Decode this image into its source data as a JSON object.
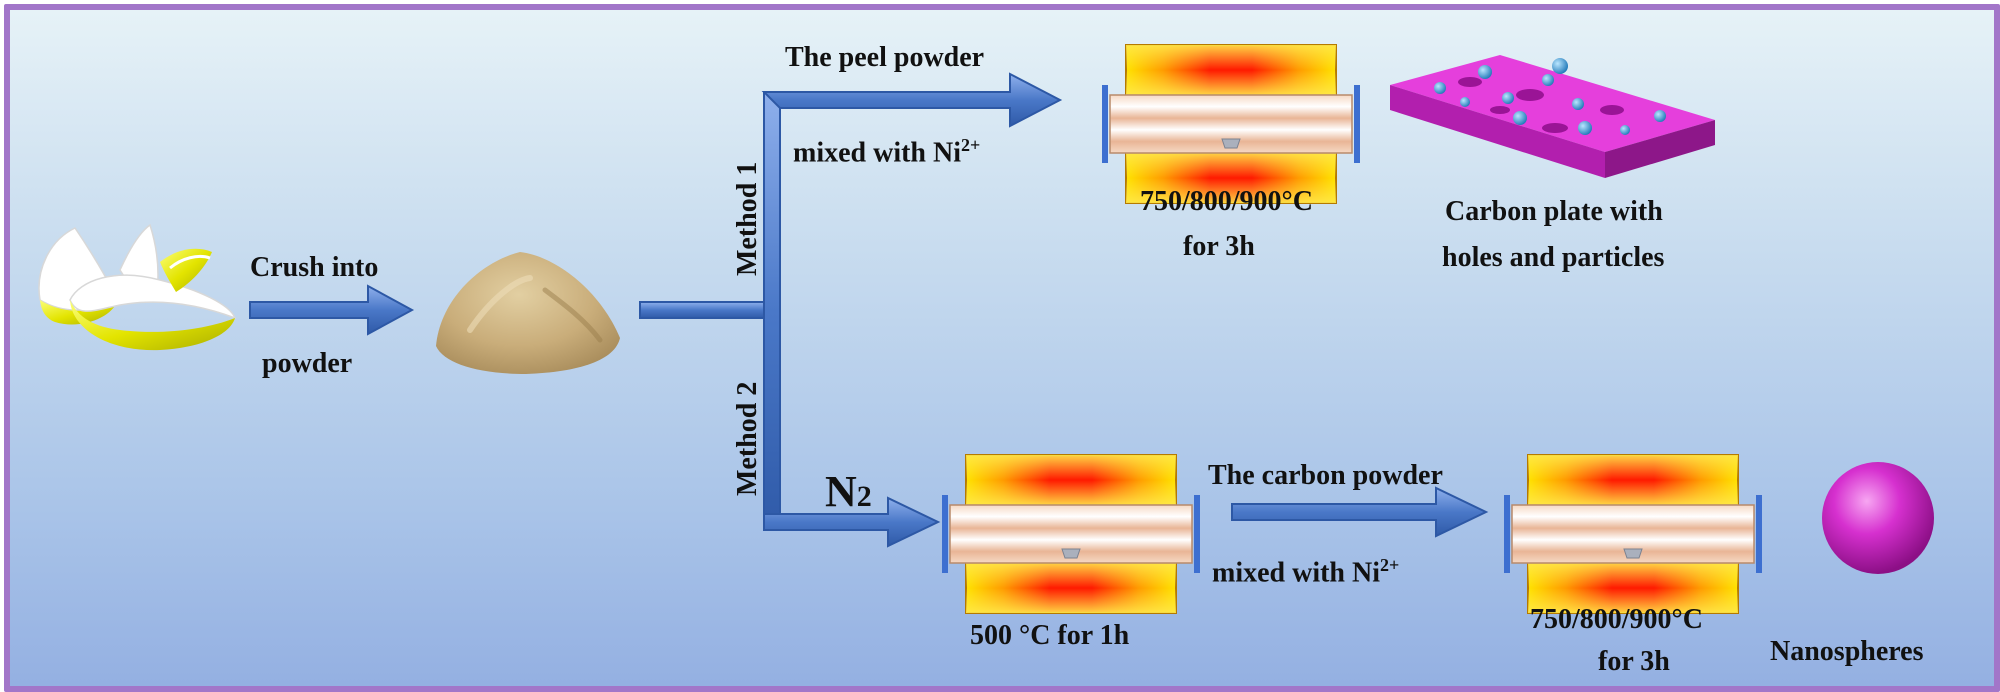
{
  "steps": {
    "crush_line1": "Crush into",
    "crush_line2": "powder",
    "method1": "Method 1",
    "method2": "Method 2",
    "m1_above": "The peel powder",
    "m1_below": "mixed with Ni",
    "m1_below_sup": "2+",
    "m1_temp_line1": "750/800/900°C",
    "m1_temp_line2": "for 3h",
    "m1_product_line1": "Carbon plate with",
    "m1_product_line2": "holes and particles",
    "n2_main": "N",
    "n2_sub": "2",
    "m2_step1_temp": "500 °C for 1h",
    "m2_above": "The carbon powder",
    "m2_below": "mixed with Ni",
    "m2_below_sup": "2+",
    "m2_temp_line1": "750/800/900°C",
    "m2_temp_line2": "for 3h",
    "m2_product": "Nanospheres"
  },
  "colors": {
    "frame": "#a276c9",
    "arrow": "#4a78c8",
    "plate": "#e33ad8",
    "sphere": "#c61fc0",
    "particle": "#3a9fd6"
  }
}
